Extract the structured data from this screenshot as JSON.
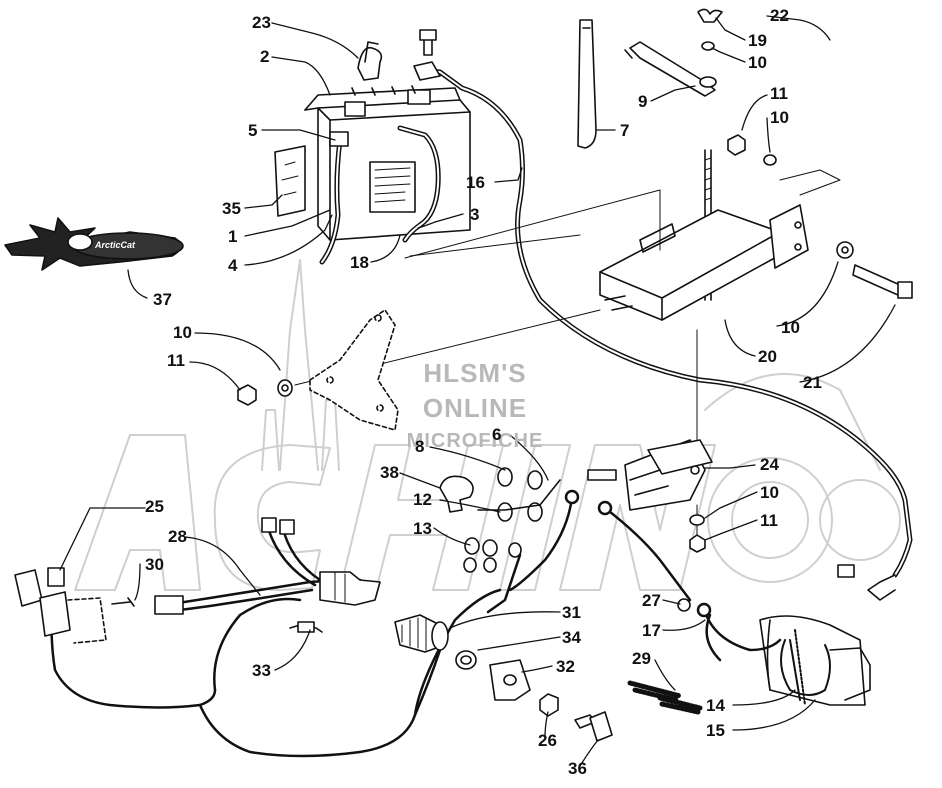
{
  "watermark": {
    "line1": "HLSM'S",
    "line2": "ONLINE",
    "line3": "MICROFICHE",
    "logo_word": "ArcticCat"
  },
  "callouts": [
    {
      "id": "c23a",
      "text": "23"
    },
    {
      "id": "c2",
      "text": "2"
    },
    {
      "id": "c5",
      "text": "5"
    },
    {
      "id": "c35",
      "text": "35"
    },
    {
      "id": "c1",
      "text": "1"
    },
    {
      "id": "c4",
      "text": "4"
    },
    {
      "id": "c18",
      "text": "18"
    },
    {
      "id": "c3",
      "text": "3"
    },
    {
      "id": "c16",
      "text": "16"
    },
    {
      "id": "c37",
      "text": "37"
    },
    {
      "id": "c10a",
      "text": "10"
    },
    {
      "id": "c11a",
      "text": "11"
    },
    {
      "id": "c22",
      "text": "22"
    },
    {
      "id": "c19",
      "text": "19"
    },
    {
      "id": "c10b",
      "text": "10"
    },
    {
      "id": "c9",
      "text": "9"
    },
    {
      "id": "c11b",
      "text": "11"
    },
    {
      "id": "c10c",
      "text": "10"
    },
    {
      "id": "c7",
      "text": "7"
    },
    {
      "id": "c10d",
      "text": "10"
    },
    {
      "id": "c20",
      "text": "20"
    },
    {
      "id": "c21",
      "text": "21"
    },
    {
      "id": "c6",
      "text": "6"
    },
    {
      "id": "c8",
      "text": "8"
    },
    {
      "id": "c38",
      "text": "38"
    },
    {
      "id": "c12",
      "text": "12"
    },
    {
      "id": "c13",
      "text": "13"
    },
    {
      "id": "c24",
      "text": "24"
    },
    {
      "id": "c10e",
      "text": "10"
    },
    {
      "id": "c11c",
      "text": "11"
    },
    {
      "id": "c25",
      "text": "25"
    },
    {
      "id": "c28",
      "text": "28"
    },
    {
      "id": "c30",
      "text": "30"
    },
    {
      "id": "c31",
      "text": "31"
    },
    {
      "id": "c34",
      "text": "34"
    },
    {
      "id": "c32",
      "text": "32"
    },
    {
      "id": "c33",
      "text": "33"
    },
    {
      "id": "c26",
      "text": "26"
    },
    {
      "id": "c36",
      "text": "36"
    },
    {
      "id": "c27",
      "text": "27"
    },
    {
      "id": "c17",
      "text": "17"
    },
    {
      "id": "c29",
      "text": "29"
    },
    {
      "id": "c14",
      "text": "14"
    },
    {
      "id": "c15",
      "text": "15"
    }
  ]
}
